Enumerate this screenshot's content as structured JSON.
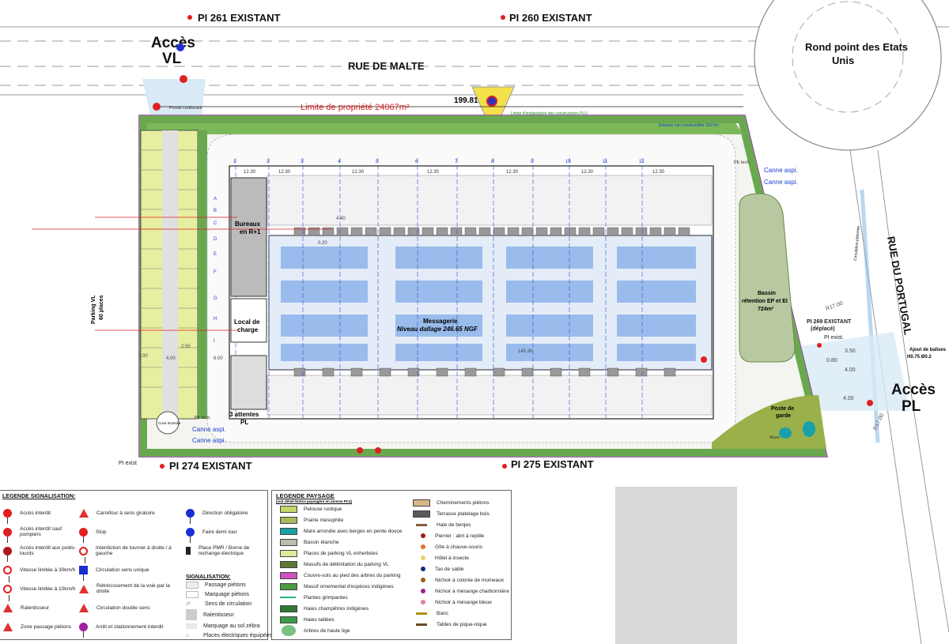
{
  "plan": {
    "roads": {
      "rue_de_malte": "RUE DE MALTE",
      "rue_du_portugal": "RUE DU PORTUGAL",
      "roundabout_line1": "Rond point des Etats",
      "roundabout_line2": "Unis"
    },
    "access": {
      "vl_line1": "Accès",
      "vl_line2": "VL",
      "pl_line1": "Accès",
      "pl_line2": "PL"
    },
    "hydrants": {
      "pi261": "PI 261 EXISTANT",
      "pi260": "PI 260 EXISTANT",
      "pi274": "PI 274 EXISTANT",
      "pi275": "PI 275 EXISTANT",
      "pi269_line1": "PI 269 EXISTANT",
      "pi269_line2": "(déplacé)",
      "pi_exist": "PI exist.",
      "pi_exist_label": "PI exist"
    },
    "property_limit": "Limite de propriété 24067m²",
    "frontage_dimension": "199.81",
    "construction_limit": "Limite d'implantation des constructions PLU",
    "non_buildable": "Emprise non constructible 1527m²",
    "building": {
      "offices_line1": "Bureaux",
      "offices_line2": "en R+1",
      "charging_line1": "Local de",
      "charging_line2": "charge",
      "warehouse_line1": "Messagerie",
      "warehouse_line2": "Niveau dallage 246.65 NGF",
      "pl_slots_line1": "3 attentes",
      "pl_slots_line2": "PL",
      "pe_tech": "PE tech."
    },
    "parking_vl_line1": "Parking VL",
    "parking_vl_line2": "60 places",
    "basin_line1": "Bassin",
    "basin_line2": "rétention EP et EI",
    "basin_line3": "724m²",
    "guard_line1": "Poste de",
    "guard_line2": "garde",
    "pond": "Mare",
    "fire_tank": "Cuve incendie",
    "canne_aspi": "Canne aspi.",
    "pedestrian_path": "Circulation piétonne",
    "beacons_line1": "Ajout de balises",
    "beacons_line2": "H0.75 Ø0.2",
    "gate": "Portail coulissant",
    "radius1": "R17.00",
    "radius2": "R17.00",
    "dims": [
      "3.50",
      "0.80",
      "4.00",
      "4.00",
      "2.50",
      "4.00",
      "6.00",
      "2.00",
      "0.20",
      "145.30",
      "4.40"
    ],
    "grid_columns": [
      "1",
      "2",
      "3",
      "4",
      "5",
      "6",
      "7",
      "8",
      "9",
      "10",
      "11",
      "12"
    ],
    "grid_rows": [
      "A",
      "B",
      "C",
      "D",
      "E",
      "F",
      "G",
      "H",
      "I"
    ],
    "bay_width": "12.30"
  },
  "legend_signalisation": {
    "title": "LEGENDE SIGNALISATION:",
    "col1": [
      {
        "label": "Accès interdit",
        "color": "#e02020",
        "shape": "circle"
      },
      {
        "label": "Accès interdit sauf pompiers",
        "color": "#e02020",
        "shape": "circle"
      },
      {
        "label": "Accès interdit aux poids-lourds",
        "color": "#b01818",
        "shape": "circle"
      },
      {
        "label": "Vitesse limitée à 30km/h",
        "color": "#e02020",
        "shape": "ring"
      },
      {
        "label": "Vitesse limitée à 10km/h",
        "color": "#e02020",
        "shape": "ring"
      },
      {
        "label": "Ralentisseur",
        "color": "#e02020",
        "shape": "triangle"
      },
      {
        "label": "Zone passage piétons",
        "color": "#e02020",
        "shape": "triangle"
      }
    ],
    "col2": [
      {
        "label": "Carrefour à sens giratoire",
        "color": "#e02020",
        "shape": "triangle"
      },
      {
        "label": "Stop",
        "color": "#e02020",
        "shape": "circle"
      },
      {
        "label": "Interdiction de tourner à droite / à gauche",
        "color": "#e02020",
        "shape": "ring"
      },
      {
        "label": "Circulation sens unique",
        "color": "#1a2fd0",
        "shape": "square"
      },
      {
        "label": "Rétrécissement de la voie par la droite",
        "color": "#e02020",
        "shape": "triangle"
      },
      {
        "label": "Circulation double sens",
        "color": "#e02020",
        "shape": "triangle"
      },
      {
        "label": "Arrêt et stationnement interdit",
        "color": "#a020a0",
        "shape": "circle"
      }
    ],
    "col3": [
      {
        "label": "Direction obligatoire",
        "color": "#1a2fd0",
        "shape": "circle"
      },
      {
        "label": "Faire demi tour",
        "color": "#1a2fd0",
        "shape": "circle"
      },
      {
        "label": "Place PMR / Borne de rechange électrique",
        "color": "#222222",
        "shape": "square"
      }
    ],
    "sub_title": "SIGNALISATION:",
    "markings": [
      "Passage piétons",
      "Marquage piétons",
      "Sens de circulation",
      "Ralentisseur",
      "Marquage au sol zébra",
      "Places électriques équipées"
    ]
  },
  "legend_paysage": {
    "title": "LEGENDE PAYSAGE",
    "subtitle": "(voir détail Notice paysagère en annexe PC4)",
    "col1": [
      {
        "label": "Pelouse rustique",
        "color": "#c9d46a"
      },
      {
        "label": "Prairie mésophile",
        "color": "#aab65a"
      },
      {
        "label": "Mare arrondie avec berges en pente douce",
        "color": "#1aa0a8"
      },
      {
        "label": "Bassin étanche",
        "color": "#b8bdb0"
      },
      {
        "label": "Places de parking VL enherbées",
        "color": "#e2e89a"
      },
      {
        "label": "Massifs de délimitation du parking VL",
        "color": "#5a7a30"
      },
      {
        "label": "Couvre-sols au pied des arbres du parking",
        "color": "#d050c0"
      },
      {
        "label": "Massif ornemental d'espèces indigènes",
        "color": "#4a9a40"
      },
      {
        "label": "Plantes grimpantes",
        "color": "#20b090"
      },
      {
        "label": "Haies champêtres indigènes",
        "color": "#2e7a35"
      },
      {
        "label": "Haies taillées",
        "color": "#3a9a45"
      },
      {
        "label": "Arbres de haute tige",
        "color": "#7ac080"
      }
    ],
    "col2": [
      {
        "label": "Cheminements piétons",
        "color": "#d8b888",
        "kind": "swatch"
      },
      {
        "label": "Terrasse platelage bois",
        "color": "#5a5a5a",
        "kind": "swatch"
      },
      {
        "label": "Haie de benjes",
        "color": "#8a5a3a",
        "kind": "line"
      },
      {
        "label": "Pierrier : abri à reptile",
        "color": "#a01820",
        "kind": "dot"
      },
      {
        "label": "Gîte à chauve-souris",
        "color": "#e07030",
        "kind": "dot"
      },
      {
        "label": "Hôtel à insecte",
        "color": "#f0d070",
        "kind": "dot"
      },
      {
        "label": "Tas de sable",
        "color": "#1a2a80",
        "kind": "dot"
      },
      {
        "label": "Nichoir à colonie de moineaux",
        "color": "#a05a20",
        "kind": "dot"
      },
      {
        "label": "Nichoir à mésange charbonnière",
        "color": "#9a2090",
        "kind": "dot"
      },
      {
        "label": "Nichoir à mésange bleue",
        "color": "#e080a0",
        "kind": "dot"
      },
      {
        "label": "Banc",
        "color": "#b09010",
        "kind": "line"
      },
      {
        "label": "Tables de pique-nique",
        "color": "#6a4a20",
        "kind": "line"
      }
    ]
  }
}
